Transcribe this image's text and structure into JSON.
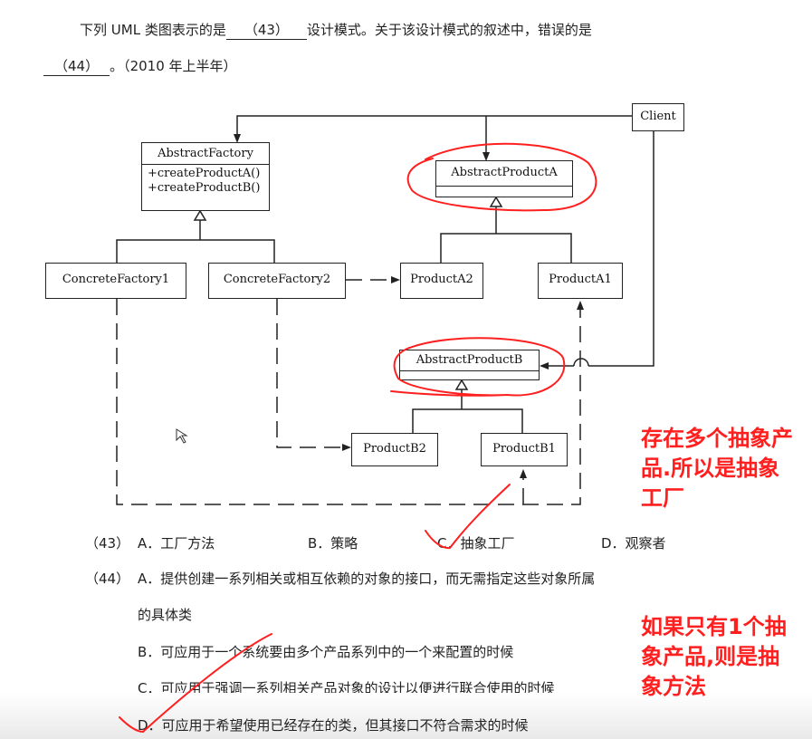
{
  "question": {
    "intro_before": "下列 UML 类图表示的是",
    "blank43": "（43）",
    "intro_after": "设计模式。关于该设计模式的叙述中，错误的是",
    "blank44": "（44）",
    "intro_end": "。（2010 年上半年）"
  },
  "diagram": {
    "client": "Client",
    "abstract_factory": {
      "name": "AbstractFactory",
      "methods": [
        "+createProductA()",
        "+createProductB()"
      ]
    },
    "abstract_product_a": "AbstractProductA",
    "concrete_factory_1": "ConcreteFactory1",
    "concrete_factory_2": "ConcreteFactory2",
    "product_a2": "ProductA2",
    "product_a1": "ProductA1",
    "abstract_product_b": "AbstractProductB",
    "product_b2": "ProductB2",
    "product_b1": "ProductB1"
  },
  "options43": {
    "num": "（43）",
    "a": "A．工厂方法",
    "b": "B．策略",
    "c": "C．抽象工厂",
    "d": "D．观察者"
  },
  "options44": {
    "num": "（44）",
    "a_line1": "A．提供创建一系列相关或相互依赖的对象的接口，而无需指定这些对象所属",
    "a_line2": "的具体类",
    "b": "B．可应用于一个系统要由多个产品系列中的一个来配置的时候",
    "c": "C．可应用于强调一系列相关产品对象的设计以便进行联合使用的时候",
    "d": "D．可应用于希望使用已经存在的类，但其接口不符合需求的时候"
  },
  "annotations": {
    "note1": [
      "存在多个抽象产",
      "品.所以是抽象",
      "工厂"
    ],
    "note2": [
      "如果只有1个抽",
      "象产品,则是抽",
      "象方法"
    ],
    "ink_color": "#ff1f1f"
  }
}
